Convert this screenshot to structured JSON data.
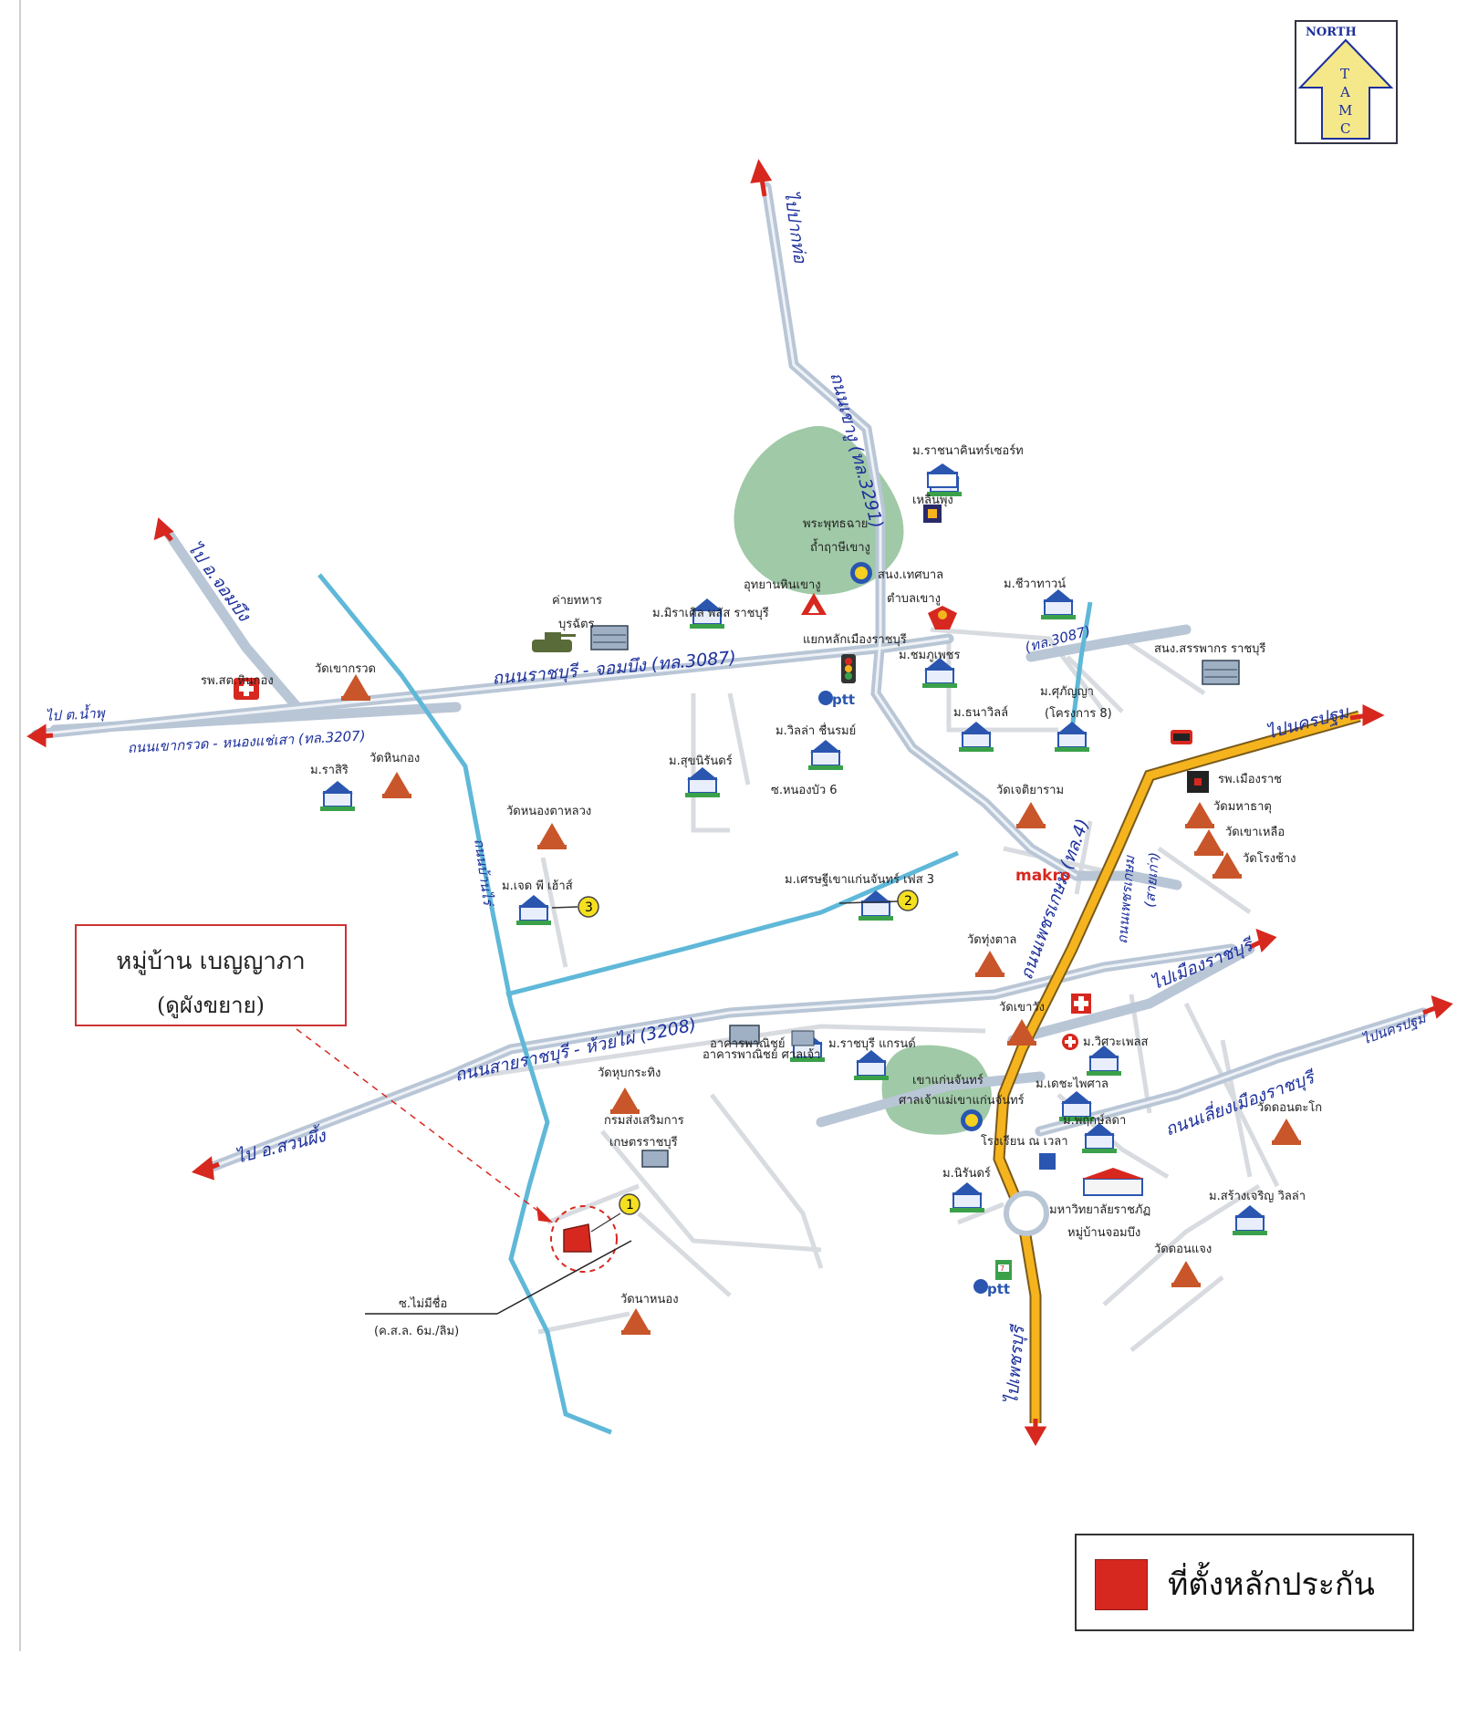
{
  "north_arrow": {
    "header": "NORTH",
    "letters": [
      "T",
      "A",
      "M",
      "C"
    ]
  },
  "callout": {
    "line1": "หมู่บ้าน เบญญาภา",
    "line2": "(ดูผังขยาย)"
  },
  "legend": {
    "label": "ที่ตั้งหลักประกัน",
    "swatch_color": "#d7281f"
  },
  "roads": {
    "highway4": "ถนนเพชรเกษม (ทล.4)",
    "to_nakhon_pathom": "ไปนครปฐม",
    "to_nakhon_pathom_2": "ไปนครปฐม",
    "to_phetchaburi": "ไปเพชรบุรี",
    "ratchaburi_chombueng": "ถนนราชบุรี - จอมบึง (ทล.3087)",
    "khaokruat": "ถนนเขากรวด - หนองแช่เสา (ทล.3207)",
    "to_nam_phu": "ไป ต.น้ำพุ",
    "to_chombueng": "ไป อ.จอมบึง",
    "to_pak_tho": "ไปปากท่อ",
    "khao_ngu_road": "ถนนเขางู (ทล.3291)",
    "sai_ratchaburi": "ถนนสายราชบุรี - ห้วยไผ่ (3208)",
    "to_suan_phueng": "ไป อ.สวนผึ้ง",
    "to_mueang_ratchaburi": "ไปเมืองราชบุรี",
    "bypass": "ถนนเลี่ยงเมืองราชบุรี",
    "road_3087": "(ทล.3087)",
    "to_maeklong": "ถนนเพชรเกษม",
    "sai_kao": "(สายเก่า)",
    "ban_rai": "ถนนบ้านไร่"
  },
  "labels": {
    "rajanakarin": "ม.ราชนาคินทร์เซอร์ท",
    "klin_phung": "เหลินพุง",
    "phra_phut": "พระพุทธฉาย",
    "tham_rue": "ถ้ำฤาษีเขางู",
    "uthayan": "อุทยานหินเขางู",
    "tessaban": "สนง.เทศบาล",
    "tambon": "ตำบลเขางู",
    "camp": "ค่ายทหาร",
    "camp2": "บุรฉัตร",
    "m_miracle": "ม.มิราเคิล พลัส ราชบุรี",
    "m_chidwan": "ม.ชีวาทาวน์",
    "traffic": "แยกหลักเมืองราชบุรี",
    "m_chompoo": "ม.ชมภูเพชร",
    "tax_office": "สนง.สรรพากร ราชบุรี",
    "m_supanya": "ม.ศุภัญญา",
    "m_supanya2": "(โครงการ 8)",
    "m_thanawilla": "ม.ธนาวิลล์",
    "m_villa": "ม.วิลล่า ชื่นรมย์",
    "ptt1": "ptt",
    "hospital_tambon": "รพ.สต.หินกอง",
    "wat_khaokruat": "วัดเขากรวด",
    "wat_hinkong": "วัดหินกอง",
    "m_rasiri": "ม.ราสิริ",
    "m_sukniran": "ม.สุขนิรันดร์",
    "soi_nongkhai": "ซ.หนองบัว 6",
    "wat_nong_ta": "วัดหนองตาหลวง",
    "wat_chedi": "วัดเจติยาราม",
    "rph_mueang": "รพ.เมืองราช",
    "wat_mahathat": "วัดมหาธาตุ",
    "wat_khaolek": "วัดเขาเหลือ",
    "wat_rong": "วัดโรงช้าง",
    "makro": "makro",
    "m_setthi": "ม.เศรษฐีเขาแก่นจันทร์ เฟส 3",
    "m_jed": "ม.เจด พี เฮ้าส์",
    "wat_thung": "วัดทุ่งตาล",
    "wat_khao_wang": "วัดเขาวัง",
    "m_wiraphon": "ม.วิศวะเพลส",
    "m_tiwa": "ม.เดชะไพศาล",
    "m_phruek": "ม.พฤกษ์ลดา",
    "school": "โรงเรียน ณ เวลา",
    "m_niran": "ม.นิรันดร์",
    "kaen_chan": "เขาแก่นจันทร์",
    "kaen_chan2": "ศาลเจ้าแม่เขาแก่นจันทร์",
    "wat_khoon": "วัดดอนตะโก",
    "m_sangcharoen": "ม.สร้างเจริญ วิลล่า",
    "university": "มหาวิทยาลัยราชภัฏ",
    "village_chombueng": "หมู่บ้านจอมบึง",
    "wat_don_jang": "วัดดอนแจง",
    "ptt2": "ptt",
    "wat_hup": "วัดหุบกระทิง",
    "kasetsart": "กรมส่งเสริมการ",
    "kasetsart2": "เกษตรราชบุรี",
    "wat_na_nong": "วัดนาหนอง",
    "soi_dino": "ซ.ไม่มีชื่อ",
    "soi_dino2": "(ค.ส.ล. 6ม./ลิม)",
    "m_building": "อาคารพาณิชย์",
    "m_building2": "อาคารพาณิชย์ ศาลเจ้า",
    "m_ratchaburi": "ม.ราชบุรี แกรนด์",
    "badge1": "1",
    "badge2": "2",
    "badge3": "3"
  }
}
